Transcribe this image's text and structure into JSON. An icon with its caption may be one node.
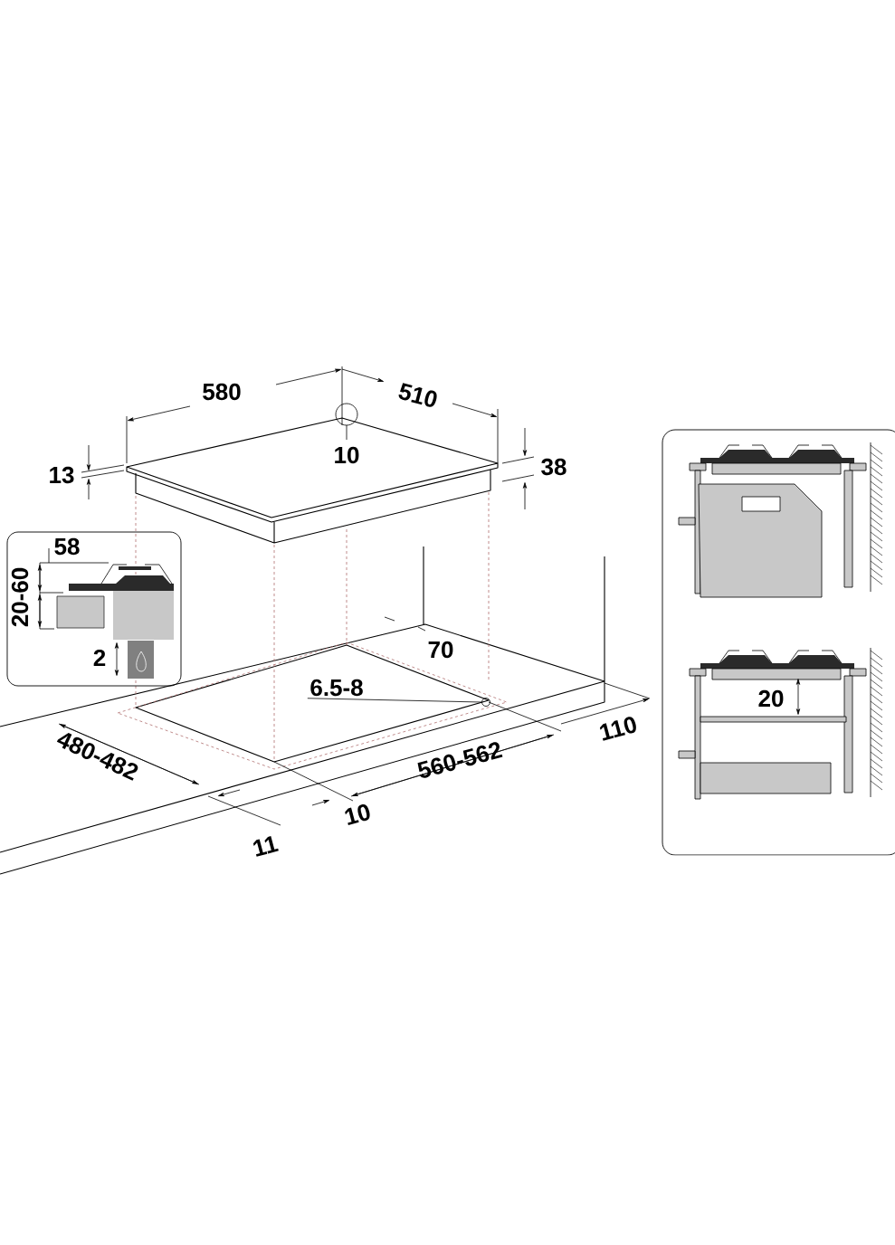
{
  "diagram": {
    "nodes": [
      {
        "text": [
          "6.5-8"
        ]
      },
      {
        "text": [],
        "shape": "circle"
      }
    ],
    "edges": [
      {
        "from": 0,
        "to": 1,
        "arrow": "none"
      }
    ],
    "labels": [
      "580",
      "510",
      "10",
      "13",
      "38",
      "58",
      "20-60",
      "70",
      "2",
      "20",
      "110",
      "480-482",
      "560-562",
      "10",
      "11"
    ]
  }
}
